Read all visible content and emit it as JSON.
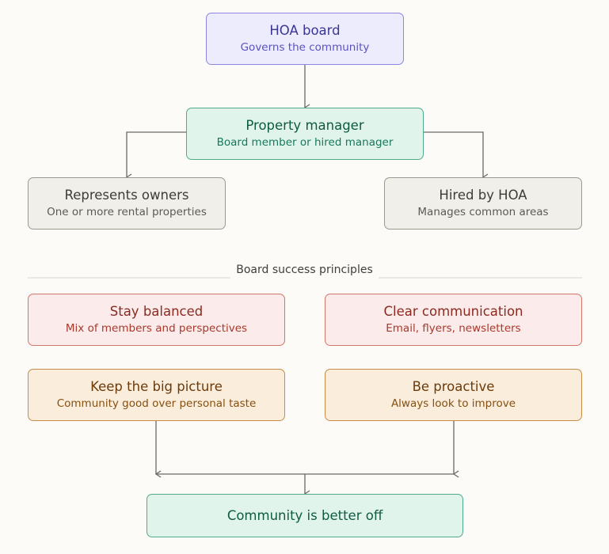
{
  "nodes": {
    "hoa_board": {
      "title": "HOA board",
      "subtitle": "Governs the community"
    },
    "property_manager": {
      "title": "Property manager",
      "subtitle": "Board member or hired manager"
    },
    "represents_owners": {
      "title": "Represents owners",
      "subtitle": "One or more rental properties"
    },
    "hired_by_hoa": {
      "title": "Hired by HOA",
      "subtitle": "Manages common areas"
    },
    "stay_balanced": {
      "title": "Stay balanced",
      "subtitle": "Mix of members and perspectives"
    },
    "clear_communication": {
      "title": "Clear communication",
      "subtitle": "Email, flyers, newsletters"
    },
    "big_picture": {
      "title": "Keep the big picture",
      "subtitle": "Community good over personal taste"
    },
    "be_proactive": {
      "title": "Be proactive",
      "subtitle": "Always look to improve"
    },
    "outcome": {
      "title": "Community is better off"
    }
  },
  "section": {
    "label": "Board success principles"
  },
  "colors": {
    "purple_fill": "#ececfd",
    "green_fill": "#e0f4ec",
    "gray_fill": "#f1efe9",
    "red_fill": "#fbeceb",
    "orange_fill": "#fbeddb",
    "connector": "#6b6a66"
  }
}
